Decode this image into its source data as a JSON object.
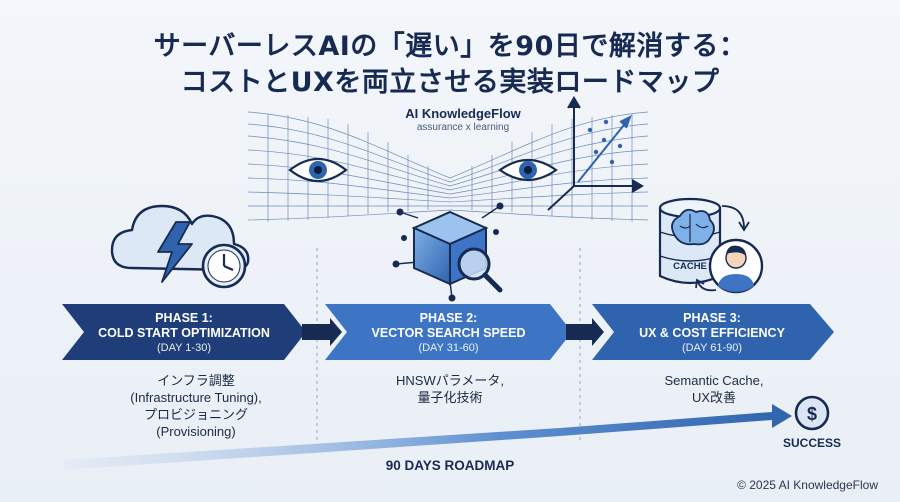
{
  "title": {
    "line1": "サーバーレスAIの「遅い」を90日で解消する：",
    "line2": "コストとUXを両立させる実装ロードマップ"
  },
  "brand": {
    "name": "AI KnowledgeFlow",
    "tagline": "assurance x learning"
  },
  "phases": [
    {
      "title": "PHASE 1:",
      "name": "COLD START OPTIMIZATION",
      "days": "(DAY 1-30)",
      "desc": [
        "インフラ調整",
        "(Infrastructure Tuning),",
        "プロビジョニング",
        "(Provisioning)"
      ],
      "color": "#1f3d78"
    },
    {
      "title": "PHASE 2:",
      "name": "VECTOR SEARCH SPEED",
      "days": "(DAY 31-60)",
      "desc": [
        "HNSWパラメータ,",
        "量子化技術"
      ],
      "color": "#3d74c4"
    },
    {
      "title": "PHASE 3:",
      "name": "UX & COST EFFICIENCY",
      "days": "(DAY 61-90)",
      "desc": [
        "Semantic Cache,",
        "UX改善"
      ],
      "color": "#2f63ad"
    }
  ],
  "cache_label": "CACHE",
  "success_icon_symbol": "$",
  "roadmap_label": "90 DAYS ROADMAP",
  "success_label": "SUCCESS",
  "copyright": "© 2025 AI KnowledgeFlow",
  "colors": {
    "navy": "#1f3d78",
    "blue": "#3d74c4",
    "mid": "#2f63ad",
    "light": "#dbe6f4"
  }
}
